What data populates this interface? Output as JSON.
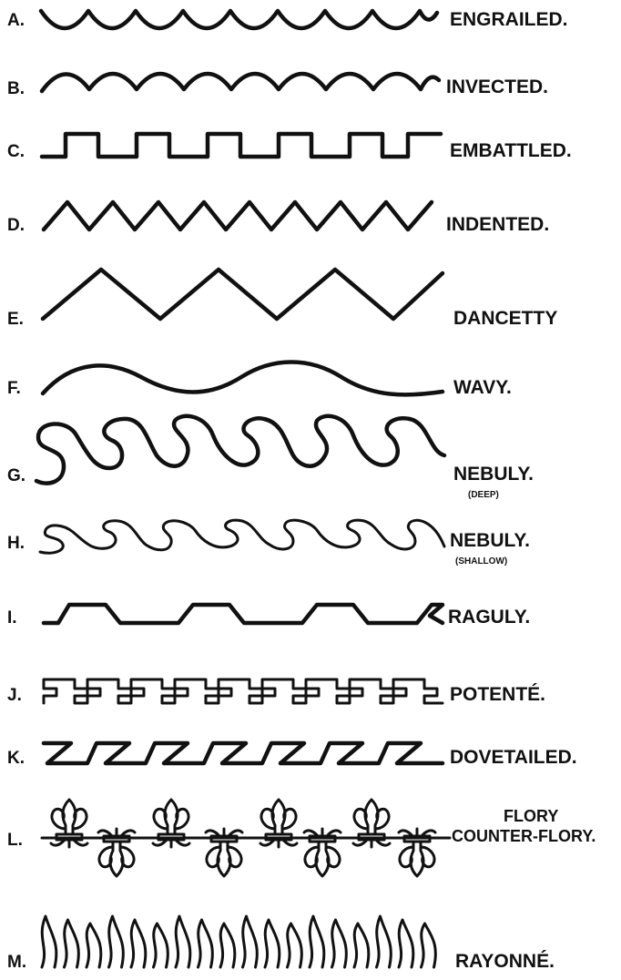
{
  "rows": [
    {
      "letter": "A.",
      "name": "ENGRAILED.",
      "type": "engrailed"
    },
    {
      "letter": "B.",
      "name": "INVECTED.",
      "type": "invected"
    },
    {
      "letter": "C.",
      "name": "EMBATTLED.",
      "type": "embattled"
    },
    {
      "letter": "D.",
      "name": "INDENTED.",
      "type": "indented"
    },
    {
      "letter": "E.",
      "name": "DANCETTY",
      "type": "dancetty"
    },
    {
      "letter": "F.",
      "name": "WAVY.",
      "type": "wavy"
    },
    {
      "letter": "G.",
      "name": "NEBULY.",
      "note": "(DEEP)",
      "type": "nebuly-deep"
    },
    {
      "letter": "H.",
      "name": "NEBULY.",
      "note": "(SHALLOW)",
      "type": "nebuly-shallow"
    },
    {
      "letter": "I.",
      "name": "RAGULY.",
      "type": "raguly"
    },
    {
      "letter": "J.",
      "name": "POTENTÉ.",
      "type": "potente"
    },
    {
      "letter": "K.",
      "name": "DOVETAILED.",
      "type": "dovetailed"
    },
    {
      "letter": "L.",
      "name": "FLORY",
      "name2": "COUNTER-FLORY.",
      "type": "flory"
    },
    {
      "letter": "M.",
      "name": "RAYONNÉ.",
      "type": "rayonne"
    }
  ],
  "colors": {
    "ink": "#111111",
    "paper": "#ffffff"
  }
}
